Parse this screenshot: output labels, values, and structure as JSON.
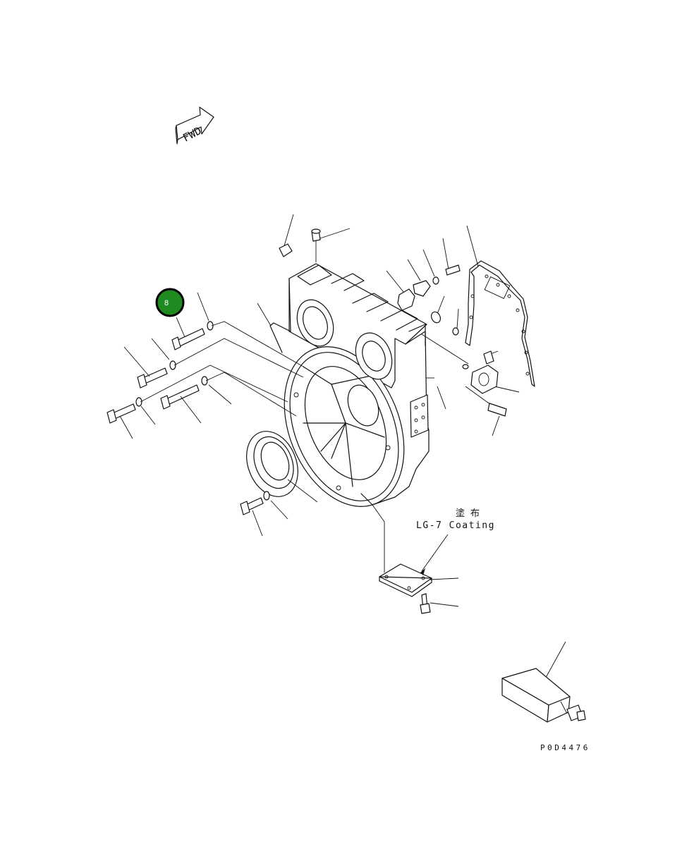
{
  "fwd_label": "FWD",
  "coating_jp": "塗 布",
  "coating_label": "LG-7 Coating",
  "drawing_number": "P0D4476",
  "callout_badge": {
    "number": "8",
    "color": "#1f8a1f"
  }
}
